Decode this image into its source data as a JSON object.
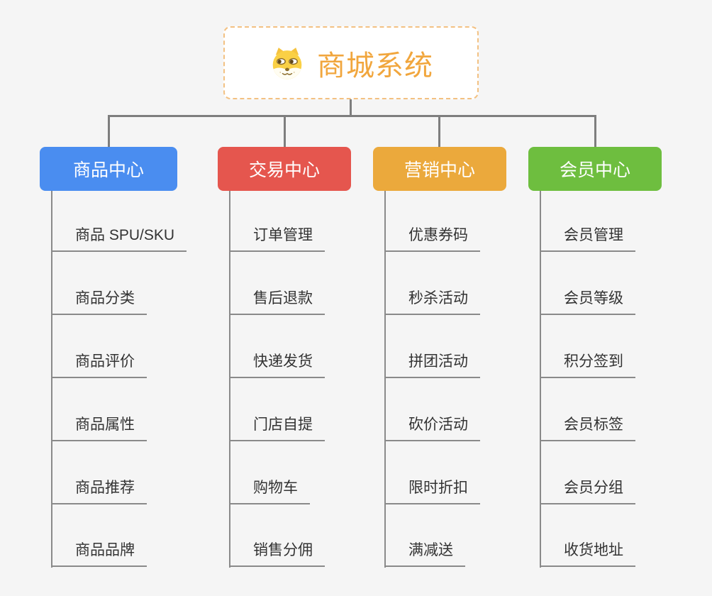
{
  "root": {
    "title": "商城系统",
    "icon": "dog-icon"
  },
  "branches": [
    {
      "label": "商品中心",
      "color": "#4a8df0",
      "children": [
        "商品 SPU/SKU",
        "商品分类",
        "商品评价",
        "商品属性",
        "商品推荐",
        "商品品牌"
      ]
    },
    {
      "label": "交易中心",
      "color": "#e5564e",
      "children": [
        "订单管理",
        "售后退款",
        "快递发货",
        "门店自提",
        "购物车",
        "销售分佣"
      ]
    },
    {
      "label": "营销中心",
      "color": "#eba93c",
      "children": [
        "优惠券码",
        "秒杀活动",
        "拼团活动",
        "砍价活动",
        "限时折扣",
        "满减送"
      ]
    },
    {
      "label": "会员中心",
      "color": "#6ebe3f",
      "children": [
        "会员管理",
        "会员等级",
        "积分签到",
        "会员标签",
        "会员分组",
        "收货地址"
      ]
    }
  ],
  "colors": {
    "background": "#f5f5f5",
    "root_border": "#f3c182",
    "root_title": "#f1a63d",
    "connector": "#7e7e7e",
    "leaf_line": "#8a8a8a",
    "leaf_text": "#333333"
  }
}
